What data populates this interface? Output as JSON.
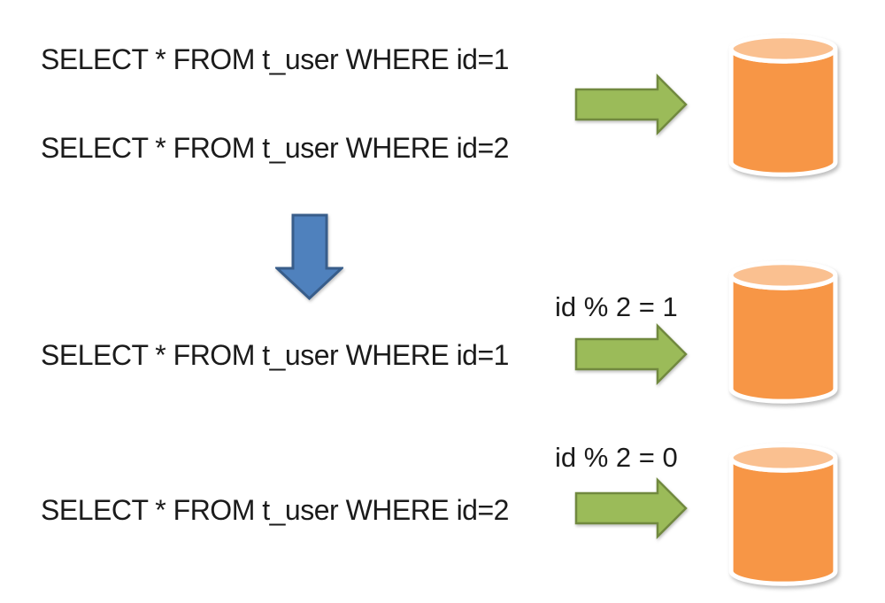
{
  "colors": {
    "page_bg": "#ffffff",
    "text": "#1b1b1b",
    "green_arrow_fill": "#9bbb59",
    "green_arrow_stroke": "#71893f",
    "blue_arrow_fill": "#4f81bd",
    "blue_arrow_stroke": "#385d8a",
    "db_body": "#f79646",
    "db_top": "#fac090",
    "db_outline": "#ffffff"
  },
  "diagram": {
    "before_sharding": {
      "queries": [
        "SELECT * FROM t_user WHERE id=1",
        "SELECT * FROM t_user WHERE id=2"
      ]
    },
    "after_sharding": {
      "routes": [
        {
          "query": "SELECT * FROM t_user WHERE id=1",
          "condition": "id % 2 = 1"
        },
        {
          "query": "SELECT * FROM t_user WHERE id=2",
          "condition": "id % 2 = 0"
        }
      ]
    }
  }
}
